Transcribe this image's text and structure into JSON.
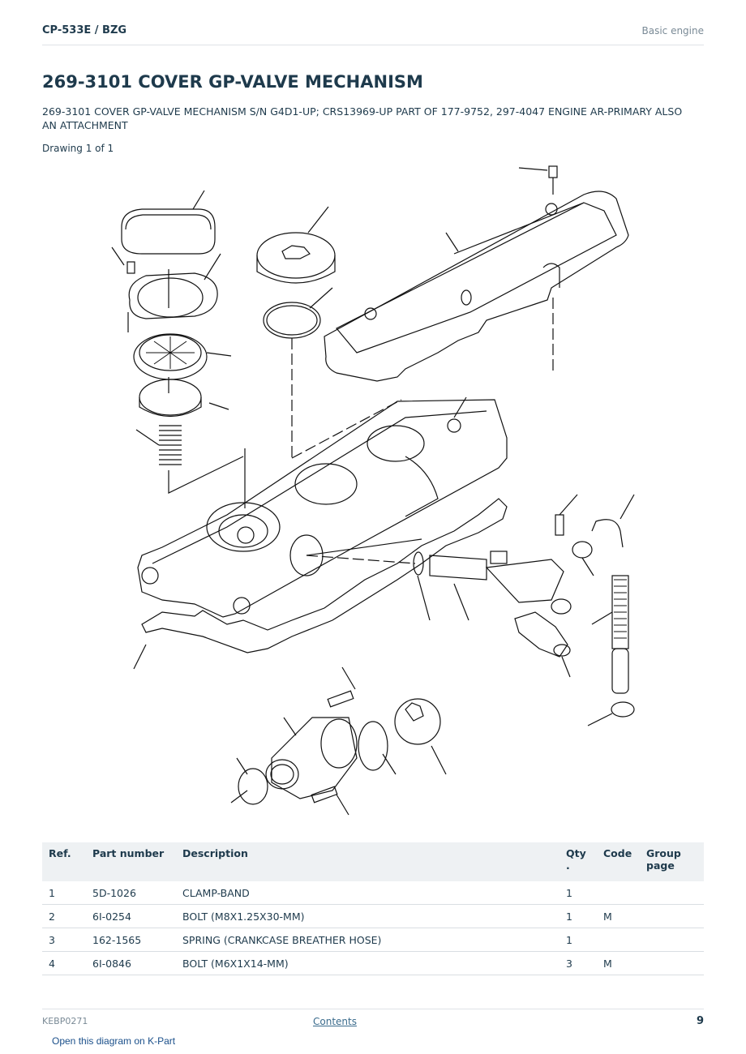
{
  "header": {
    "left": "CP-533E  /  BZG",
    "right": "Basic engine"
  },
  "title": "269-3101 COVER GP-VALVE MECHANISM",
  "subtitle": "269-3101 COVER GP-VALVE MECHANISM S/N G4D1-UP; CRS13969-UP PART OF 177-9752, 297-4047 ENGINE AR-PRIMARY ALSO AN ATTACHMENT",
  "drawing_label": "Drawing 1 of 1",
  "table": {
    "headers": {
      "ref": "Ref.",
      "part": "Part number",
      "desc": "Description",
      "qty": "Qty .",
      "code": "Code",
      "group": "Group page"
    },
    "rows": [
      {
        "ref": "1",
        "part": "5D-1026",
        "desc": "CLAMP-BAND",
        "qty": "1",
        "code": "",
        "group": ""
      },
      {
        "ref": "2",
        "part": "6I-0254",
        "desc": "BOLT (M8X1.25X30-MM)",
        "qty": "1",
        "code": "M",
        "group": ""
      },
      {
        "ref": "3",
        "part": "162-1565",
        "desc": "SPRING (CRANKCASE BREATHER HOSE)",
        "qty": "1",
        "code": "",
        "group": ""
      },
      {
        "ref": "4",
        "part": "6I-0846",
        "desc": "BOLT (M6X1X14-MM)",
        "qty": "3",
        "code": "M",
        "group": ""
      }
    ]
  },
  "footer": {
    "doc_id": "KEBP0271",
    "contents": "Contents",
    "page_number": "9"
  },
  "link_label": "Open this diagram on K-Part"
}
